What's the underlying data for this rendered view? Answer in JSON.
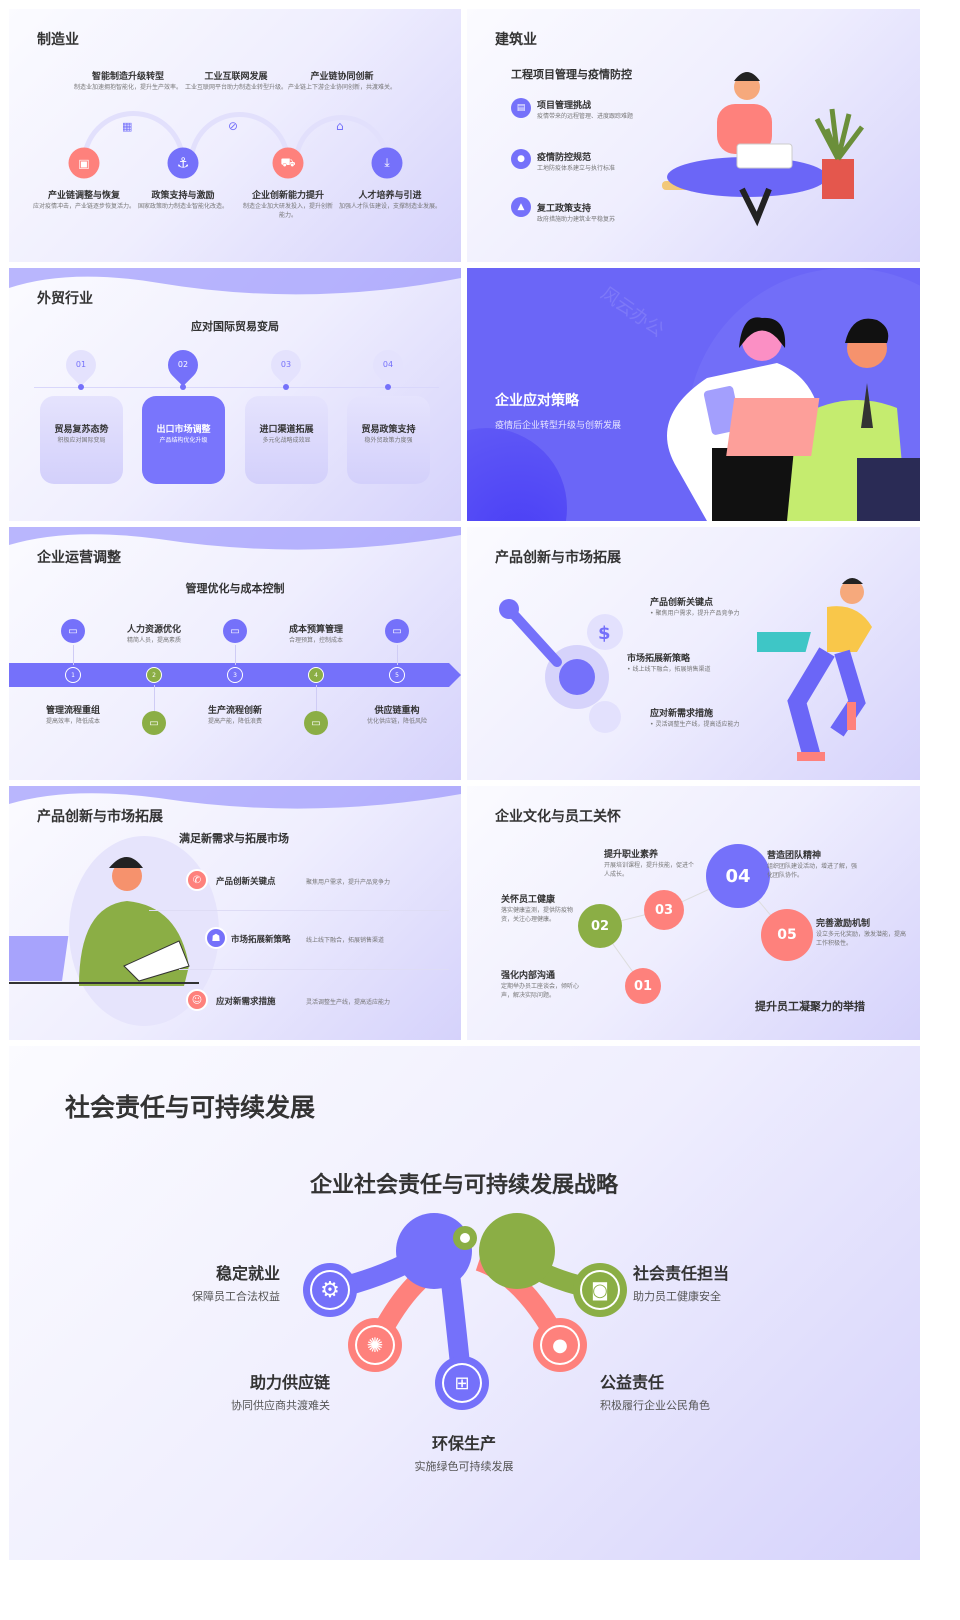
{
  "manufacturing": {
    "title": "制造业",
    "top_items": [
      {
        "title": "智能制造升级转型",
        "desc": "制造业加速拥抱智能化，提升生产效率。"
      },
      {
        "title": "工业互联网发展",
        "desc": "工业互联网平台助力制造业转型升级。"
      },
      {
        "title": "产业链协同创新",
        "desc": "产业链上下游企业协同创新，共渡难关。"
      }
    ],
    "bottom_items": [
      {
        "title": "产业链调整与恢复",
        "desc": "应对疫情冲击，产业链逐步恢复活力。"
      },
      {
        "title": "政策支持与激励",
        "desc": "国家政策助力制造业智能化改造。"
      },
      {
        "title": "企业创新能力提升",
        "desc": "制造企业加大研发投入，提升创新能力。"
      },
      {
        "title": "人才培养与引进",
        "desc": "加强人才队伍建设，支撑制造业发展。"
      }
    ]
  },
  "construction": {
    "title": "建筑业",
    "subtitle": "工程项目管理与疫情防控",
    "items": [
      {
        "title": "项目管理挑战",
        "desc": "疫情带来的远程管理、进度跟踪难题"
      },
      {
        "title": "疫情防控规范",
        "desc": "工地防疫体系建立与执行标准"
      },
      {
        "title": "复工政策支持",
        "desc": "政府措施助力建筑业平稳复苏"
      }
    ]
  },
  "trade": {
    "title": "外贸行业",
    "subtitle": "应对国际贸易变局",
    "items": [
      {
        "num": "01",
        "title": "贸易复苏态势",
        "desc": "积极应对国际变局"
      },
      {
        "num": "02",
        "title": "出口市场调整",
        "desc": "产品结构优化升级"
      },
      {
        "num": "03",
        "title": "进口渠道拓展",
        "desc": "多元化战略成效显"
      },
      {
        "num": "04",
        "title": "贸易政策支持",
        "desc": "稳外贸政策力度强"
      }
    ],
    "active_index": 1
  },
  "strategy": {
    "title": "企业应对策略",
    "subtitle": "疫情后企业转型升级与创新发展",
    "watermark": "风云办公"
  },
  "operations": {
    "title": "企业运营调整",
    "subtitle": "管理优化与成本控制",
    "steps": [
      {
        "num": "1",
        "title": "管理流程重组",
        "desc": "提高效率，降低成本"
      },
      {
        "num": "2",
        "title": "人力资源优化",
        "desc": "精简人员，提高素质"
      },
      {
        "num": "3",
        "title": "生产流程创新",
        "desc": "提高产能，降低浪费"
      },
      {
        "num": "4",
        "title": "成本预算管理",
        "desc": "合理预算，控制成本"
      },
      {
        "num": "5",
        "title": "供应链重构",
        "desc": "优化供应链，降低风险"
      }
    ]
  },
  "product_market": {
    "title": "产品创新与市场拓展",
    "items": [
      {
        "title": "产品创新关键点",
        "desc": "• 聚焦用户需求，提升产品竞争力"
      },
      {
        "title": "市场拓展新策略",
        "desc": "• 线上线下融合，拓展销售渠道"
      },
      {
        "title": "应对新需求措施",
        "desc": "• 灵活调整生产线，提高适应能力"
      }
    ]
  },
  "product_market_2": {
    "title": "产品创新与市场拓展",
    "subtitle": "满足新需求与拓展市场",
    "items": [
      {
        "title": "产品创新关键点",
        "desc": "聚焦用户需求，提升产品竞争力"
      },
      {
        "title": "市场拓展新策略",
        "desc": "线上线下融合，拓展销售渠道"
      },
      {
        "title": "应对新需求措施",
        "desc": "灵活调整生产线，提高适应能力"
      }
    ]
  },
  "culture": {
    "title": "企业文化与员工关怀",
    "footer": "提升员工凝聚力的举措",
    "items": [
      {
        "num": "01",
        "title": "强化内部沟通",
        "desc": "定期举办员工座谈会，倾听心声，解决实际问题。"
      },
      {
        "num": "02",
        "title": "关怀员工健康",
        "desc": "落实健康监测，提供防疫物资，关注心理健康。"
      },
      {
        "num": "03",
        "title": "提升职业素养",
        "desc": "开展培训课程，提升技能，促进个人成长。"
      },
      {
        "num": "04",
        "title": "营造团队精神",
        "desc": "组织团队建设活动，增进了解，强化团队协作。"
      },
      {
        "num": "05",
        "title": "完善激励机制",
        "desc": "设立多元化奖励，激发潜能，提高工作积极性。"
      }
    ]
  },
  "csr": {
    "title": "社会责任与可持续发展",
    "subtitle": "企业社会责任与可持续发展战略",
    "items": [
      {
        "title": "稳定就业",
        "desc": "保障员工合法权益",
        "icon": "gear-icon"
      },
      {
        "title": "社会责任担当",
        "desc": "助力员工健康安全",
        "icon": "instagram-icon"
      },
      {
        "title": "助力供应链",
        "desc": "协同供应商共渡难关",
        "icon": "aperture-icon"
      },
      {
        "title": "公益责任",
        "desc": "积极履行企业公民角色",
        "icon": "apple-icon"
      },
      {
        "title": "环保生产",
        "desc": "实施绿色可持续发展",
        "icon": "windows-icon"
      }
    ]
  },
  "colors": {
    "purple": "#7571fa",
    "salmon": "#fe817c",
    "green": "#8bae45",
    "blue_bg": "#6b66f7"
  }
}
